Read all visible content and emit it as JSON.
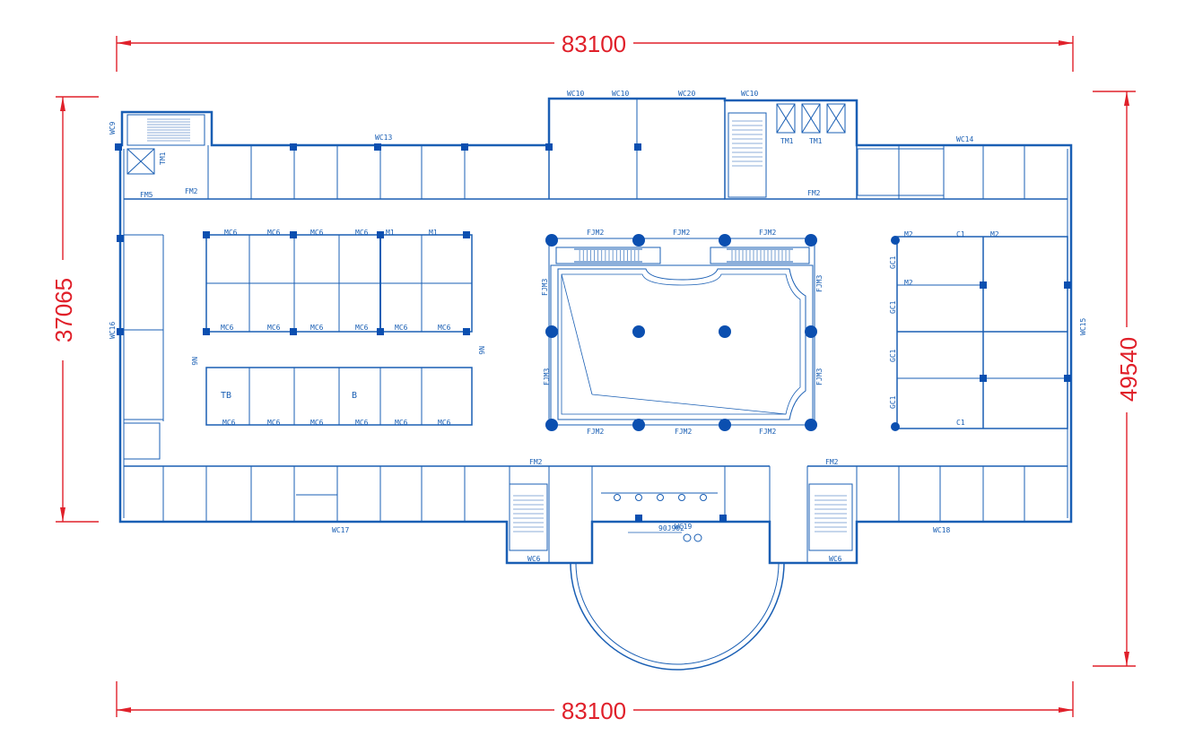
{
  "dimensions": {
    "top_width": "83100",
    "bottom_width": "83100",
    "left_height": "37065",
    "right_height": "49540"
  },
  "colors": {
    "dimension": "#e0202a",
    "wall": "#1a5fb4",
    "column": "#0b4fb0"
  },
  "window_labels": [
    {
      "id": "wc9",
      "text": "WC9"
    },
    {
      "id": "wc13",
      "text": "WC13"
    },
    {
      "id": "wc10a",
      "text": "WC10"
    },
    {
      "id": "wc10b",
      "text": "WC10"
    },
    {
      "id": "wc20",
      "text": "WC20"
    },
    {
      "id": "wc10c",
      "text": "WC10"
    },
    {
      "id": "wc14",
      "text": "WC14"
    },
    {
      "id": "wc16",
      "text": "WC16"
    },
    {
      "id": "wc15",
      "text": "WC15"
    },
    {
      "id": "wc17",
      "text": "WC17"
    },
    {
      "id": "wc19",
      "text": "WC19"
    },
    {
      "id": "wc18",
      "text": "WC18"
    },
    {
      "id": "wc6a",
      "text": "WC6"
    },
    {
      "id": "wc6b",
      "text": "WC6"
    }
  ],
  "door_labels": [
    {
      "id": "mc6-1",
      "text": "MC6"
    },
    {
      "id": "mc6-2",
      "text": "MC6"
    },
    {
      "id": "mc6-3",
      "text": "MC6"
    },
    {
      "id": "mc6-4",
      "text": "MC6"
    },
    {
      "id": "m1-a",
      "text": "M1"
    },
    {
      "id": "m1-b",
      "text": "M1"
    },
    {
      "id": "mc6-5",
      "text": "MC6"
    },
    {
      "id": "mc6-6",
      "text": "MC6"
    },
    {
      "id": "mc6-7",
      "text": "MC6"
    },
    {
      "id": "mc6-8",
      "text": "MC6"
    },
    {
      "id": "mc6-9",
      "text": "MC6"
    },
    {
      "id": "mc6-10",
      "text": "MC6"
    },
    {
      "id": "mc6-11",
      "text": "MC6"
    },
    {
      "id": "mc6-12",
      "text": "MC6"
    },
    {
      "id": "mc6-13",
      "text": "MC6"
    },
    {
      "id": "mc6-14",
      "text": "MC6"
    },
    {
      "id": "mc6-15",
      "text": "MC6"
    },
    {
      "id": "mc6-16",
      "text": "MC6"
    },
    {
      "id": "fjm2-1",
      "text": "FJM2"
    },
    {
      "id": "fjm2-2",
      "text": "FJM2"
    },
    {
      "id": "fjm2-3",
      "text": "FJM2"
    },
    {
      "id": "fjm2-4",
      "text": "FJM2"
    },
    {
      "id": "fjm2-5",
      "text": "FJM2"
    },
    {
      "id": "fjm2-6",
      "text": "FJM2"
    },
    {
      "id": "fjm3-1",
      "text": "FJM3"
    },
    {
      "id": "fjm3-2",
      "text": "FJM3"
    },
    {
      "id": "fjm3-3",
      "text": "FJM3"
    },
    {
      "id": "fjm3-4",
      "text": "FJM3"
    },
    {
      "id": "tm1-1",
      "text": "TM1"
    },
    {
      "id": "tm1-2",
      "text": "TM1"
    },
    {
      "id": "tm1-3",
      "text": "TM1"
    },
    {
      "id": "fm2-1",
      "text": "FM2"
    },
    {
      "id": "fm2-2",
      "text": "FM2"
    },
    {
      "id": "fm2-3",
      "text": "FM2"
    },
    {
      "id": "fm2-4",
      "text": "FM2"
    },
    {
      "id": "fm5",
      "text": "FM5"
    },
    {
      "id": "m2-1",
      "text": "M2"
    },
    {
      "id": "m2-2",
      "text": "M2"
    },
    {
      "id": "m2-3",
      "text": "M2"
    },
    {
      "id": "c1-1",
      "text": "C1"
    },
    {
      "id": "c1-2",
      "text": "C1"
    },
    {
      "id": "gc1-1",
      "text": "GC1"
    },
    {
      "id": "gc1-2",
      "text": "GC1"
    },
    {
      "id": "gc1-3",
      "text": "GC1"
    },
    {
      "id": "gc1-4",
      "text": "GC1"
    },
    {
      "id": "tb",
      "text": "TB"
    },
    {
      "id": "b",
      "text": "B"
    },
    {
      "id": "n6a",
      "text": "N6"
    },
    {
      "id": "n6b",
      "text": "N6"
    }
  ],
  "notes": [
    {
      "id": "detail",
      "text": "90J902"
    }
  ]
}
